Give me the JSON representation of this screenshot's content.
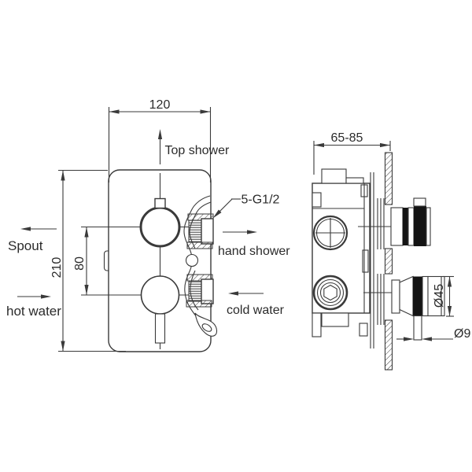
{
  "diagram": {
    "front_view": {
      "dim_width": "120",
      "dim_height": "210",
      "dim_knob_spacing": "80",
      "label_top_shower": "Top shower",
      "label_spout": "Spout",
      "label_hot_water": "hot water",
      "label_hand_shower": "hand shower",
      "label_cold_water": "cold water",
      "label_thread": "5-G1/2"
    },
    "side_view": {
      "dim_depth_range": "65-85",
      "dim_handle_diameter": "Ø45",
      "dim_lever_diameter": "Ø9"
    },
    "colors": {
      "line": "#3a3a3a",
      "text": "#2b2b2b",
      "solid_black": "#141414",
      "background": "#ffffff"
    }
  }
}
